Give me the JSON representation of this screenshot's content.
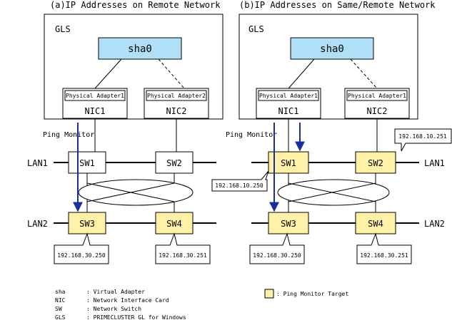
{
  "titles": {
    "a": "(a)IP Addresses on Remote Network",
    "b": "(b)IP Addresses on Same/Remote Network"
  },
  "common": {
    "gls": "GLS",
    "sha": "sha0",
    "nic1": "NIC1",
    "nic2": "NIC2",
    "ping_monitor": "Ping Monitor",
    "lan1": "LAN1",
    "lan2": "LAN2",
    "sw1": "SW1",
    "sw2": "SW2",
    "sw3": "SW3",
    "sw4": "SW4"
  },
  "panel_a": {
    "adapter1": "Physical Adapter1",
    "adapter2": "Physical Adapter2",
    "ip_sw3": "192.168.30.250",
    "ip_sw4": "192.168.30.251"
  },
  "panel_b": {
    "adapter1": "Physical Adapter1",
    "adapter2": "Physical Adapter1",
    "ip_sw1": "192.168.10.250",
    "ip_sw2": "192.168.10.251",
    "ip_sw3": "192.168.30.250",
    "ip_sw4": "192.168.30.251"
  },
  "legend": {
    "items": [
      {
        "abbr": "sha",
        "desc": ": Virtual Adapter"
      },
      {
        "abbr": "NIC",
        "desc": ": Network Interface Card"
      },
      {
        "abbr": "SW",
        "desc": ": Network Switch"
      },
      {
        "abbr": "GLS",
        "desc": ": PRIMECLUSTER GL for Windows"
      }
    ],
    "target_label": ": Ping Monitor Target"
  },
  "colors": {
    "sha_fill": "#b0e0f8",
    "target_fill": "#fff2a8",
    "arrow": "#1a2f9c"
  }
}
